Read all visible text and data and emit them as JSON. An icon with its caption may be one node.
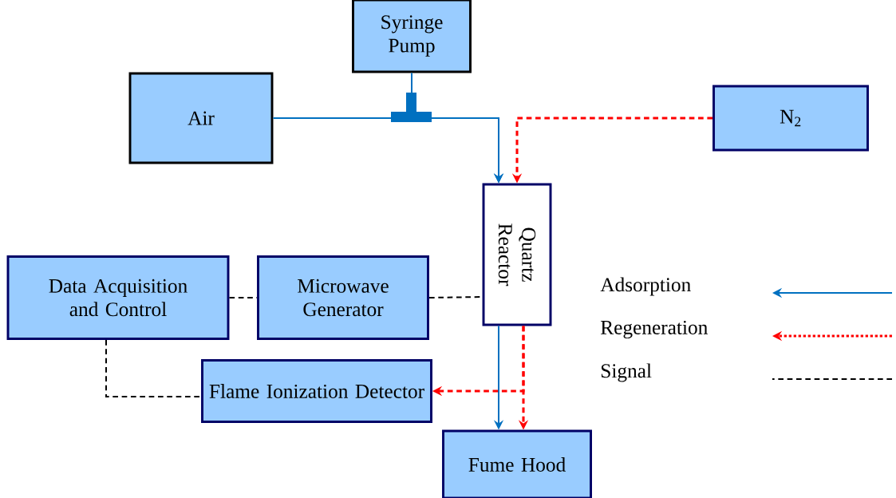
{
  "diagram": {
    "nodes": [
      {
        "text": [
          "Syringe Pump"
        ]
      },
      {
        "text": [
          "Air"
        ]
      },
      {
        "text": [
          "N$_{2}$"
        ]
      },
      {
        "text": [
          "Quartz Reactor"
        ]
      },
      {
        "text": [
          "Data Acquisition and Control"
        ]
      },
      {
        "text": [
          "Microwave Generator"
        ]
      },
      {
        "text": [
          "Flame Ionization Detector"
        ]
      },
      {
        "text": [
          "Fume Hood"
        ]
      }
    ],
    "edges": [
      {
        "from": 1,
        "to": 3,
        "arrow": "to",
        "color": "#0070c0"
      },
      {
        "from": 0,
        "to": 3,
        "arrow": "to",
        "color": "#0070c0"
      },
      {
        "from": 2,
        "to": 3,
        "arrow": "to",
        "style": "dashed",
        "color": "#ff0000"
      },
      {
        "from": 3,
        "to": 7,
        "arrow": "to",
        "color": "#0070c0"
      },
      {
        "from": 3,
        "to": 7,
        "arrow": "to",
        "style": "dashed",
        "color": "#ff0000"
      },
      {
        "from": 3,
        "to": 6,
        "arrow": "to",
        "style": "dashed",
        "color": "#ff0000"
      },
      {
        "from": 4,
        "to": 5,
        "arrow": "none",
        "style": "dashed",
        "color": "#000000"
      },
      {
        "from": 5,
        "to": 3,
        "arrow": "none",
        "style": "dashed",
        "color": "#000000"
      },
      {
        "from": 4,
        "to": 6,
        "arrow": "none",
        "style": "dashed",
        "color": "#000000"
      }
    ],
    "legend": [
      {
        "text": "Adsorption"
      },
      {
        "text": "Regeneration"
      },
      {
        "text": "Signal"
      }
    ]
  }
}
